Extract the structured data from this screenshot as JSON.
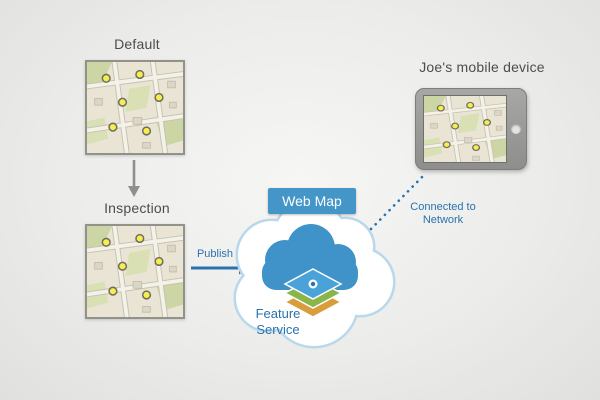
{
  "diagram": {
    "maps": {
      "default": {
        "label": "Default"
      },
      "inspection": {
        "label": "Inspection"
      }
    },
    "device": {
      "label": "Joe's mobile device"
    },
    "cloud": {
      "badge": "Web Map",
      "service_label": "Feature Service"
    },
    "connections": {
      "publish": "Publish",
      "network": "Connected to Network"
    }
  },
  "icons": {
    "map_thumbnail": "map-with-point-markers",
    "cloud": "cloud-shape",
    "layers": "feature-layers-icon",
    "tablet": "tablet-device"
  },
  "colors": {
    "background": "#ececea",
    "accent_blue": "#4495c8",
    "text_blue": "#2a72ae",
    "text_gray": "#4d4d4d",
    "cloud_outline": "#b9d8ec",
    "arrow_gray": "#8f8f8f",
    "marker_yellow": "#f7ee4e",
    "map_beige": "#e9e4d4",
    "park_green": "#ccd6a4"
  }
}
